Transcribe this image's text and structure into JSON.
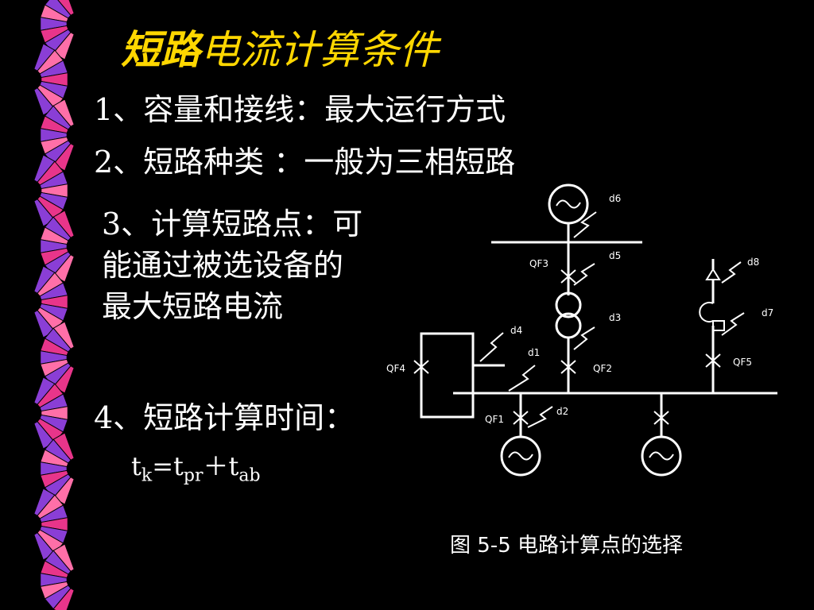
{
  "slide": {
    "title_bold": "短路",
    "title_rest": "电流计算条件",
    "items": [
      "1、容量和接线：最大运行方式",
      "2、短路种类 ：一般为三相短路",
      "3、计算短路点：可能通过被选设备的最大短路电流",
      "4、短路计算时间："
    ],
    "formula": {
      "t": "t",
      "k": "k",
      "eq": "=",
      "tpr": "t",
      "pr": "pr",
      "plus": "＋",
      "tab": "t",
      "ab": "ab"
    },
    "caption": "图 5-5  电路计算点的选择"
  },
  "diagram_labels": {
    "d1": "d1",
    "d2": "d2",
    "d3": "d3",
    "d4": "d4",
    "d5": "d5",
    "d6": "d6",
    "d7": "d7",
    "d8": "d8",
    "qf1": "QF1",
    "qf2": "QF2",
    "qf3": "QF3",
    "qf4": "QF4",
    "qf5": "QF5"
  },
  "colors": {
    "background": "#000000",
    "title": "#ffd700",
    "text": "#ffffff",
    "ribbon_magenta": "#e8358a",
    "ribbon_purple": "#8a3ed6",
    "ribbon_pink": "#ff6fa8"
  },
  "icons": {
    "ribbon": "decorative-fan-ribbon"
  }
}
